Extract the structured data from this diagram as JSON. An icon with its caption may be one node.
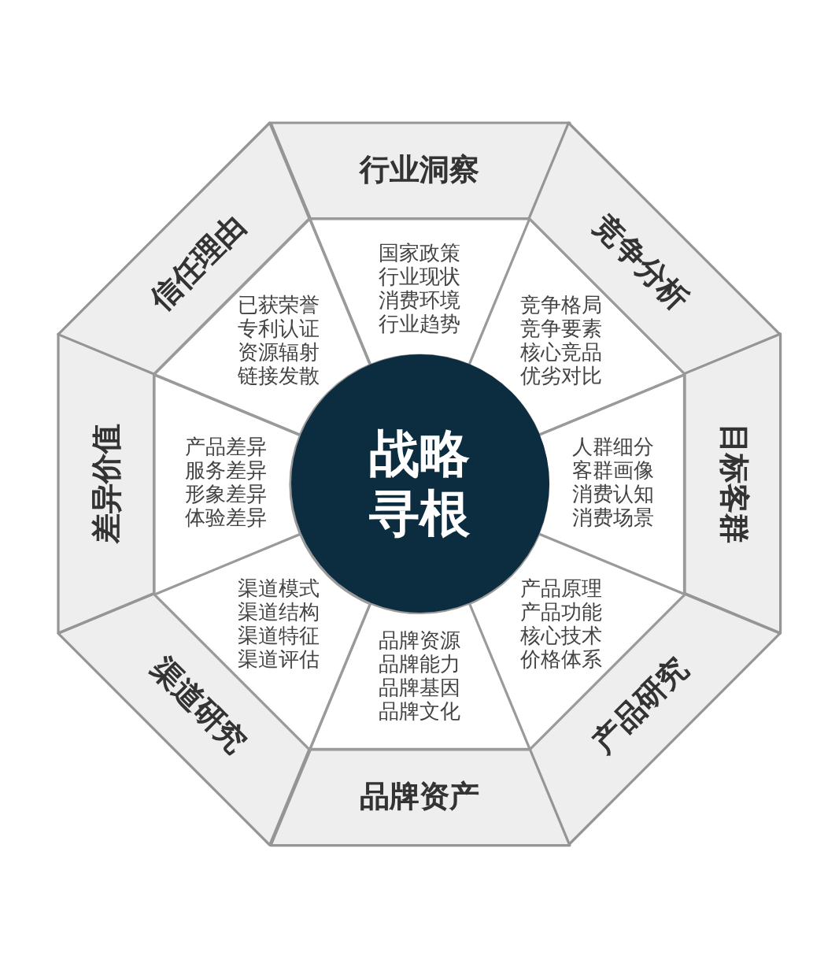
{
  "diagram": {
    "nodes": [
      {
        "text": [
          "战略寻根"
        ]
      },
      {
        "text": [
          "行业洞察"
        ]
      },
      {
        "text": [
          "国家政策",
          "行业现状",
          "消费环境",
          "行业趋势"
        ]
      },
      {
        "text": [
          "竞争分析"
        ]
      },
      {
        "text": [
          "竞争格局",
          "竞争要素",
          "核心竞品",
          "优劣对比"
        ]
      },
      {
        "text": [
          "目标客群"
        ]
      },
      {
        "text": [
          "人群细分",
          "客群画像",
          "消费认知",
          "消费场景"
        ]
      },
      {
        "text": [
          "产品研究"
        ]
      },
      {
        "text": [
          "产品原理",
          "产品功能",
          "核心技术",
          "价格体系"
        ]
      },
      {
        "text": [
          "品牌资产"
        ]
      },
      {
        "text": [
          "品牌资源",
          "品牌能力",
          "品牌基因",
          "品牌文化"
        ]
      },
      {
        "text": [
          "渠道研究"
        ]
      },
      {
        "text": [
          "渠道模式",
          "渠道结构",
          "渠道特征",
          "渠道评估"
        ]
      },
      {
        "text": [
          "差异价值"
        ]
      },
      {
        "text": [
          "产品差异",
          "服务差异",
          "形象差异",
          "体验差异"
        ]
      },
      {
        "text": [
          "信任理由"
        ]
      },
      {
        "text": [
          "已获荣誉",
          "专利认证",
          "资源辐射",
          "链接发散"
        ]
      }
    ]
  }
}
